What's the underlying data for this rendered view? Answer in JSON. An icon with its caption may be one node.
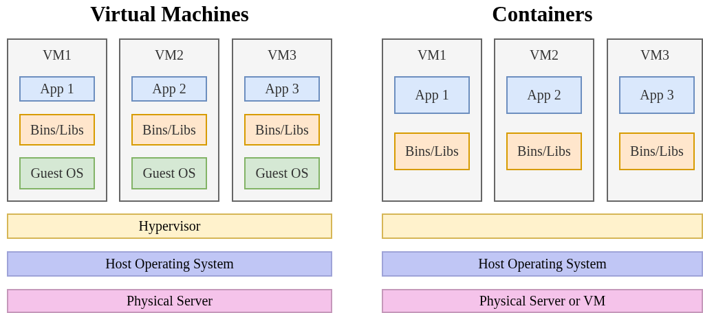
{
  "diagram": {
    "nodes": [
      {
        "text": [
          "VM1"
        ]
      },
      {
        "text": [
          "App 1"
        ],
        "in": 0
      },
      {
        "text": [
          "Bins/Libs"
        ],
        "in": 0
      },
      {
        "text": [
          "Guest OS"
        ],
        "in": 0
      },
      {
        "text": [
          "VM2"
        ]
      },
      {
        "text": [
          "App 2"
        ],
        "in": 4
      },
      {
        "text": [
          "Bins/Libs"
        ],
        "in": 4
      },
      {
        "text": [
          "Guest OS"
        ],
        "in": 4
      },
      {
        "text": [
          "VM3"
        ]
      },
      {
        "text": [
          "App 3"
        ],
        "in": 8
      },
      {
        "text": [
          "Bins/Libs"
        ],
        "in": 8
      },
      {
        "text": [
          "Guest OS"
        ],
        "in": 8
      },
      {
        "text": [
          "VM1"
        ]
      },
      {
        "text": [
          "App 1"
        ],
        "in": 12
      },
      {
        "text": [
          "Bins/Libs"
        ],
        "in": 12
      },
      {
        "text": [
          "VM2"
        ]
      },
      {
        "text": [
          "App 2"
        ],
        "in": 15
      },
      {
        "text": [
          "Bins/Libs"
        ],
        "in": 15
      },
      {
        "text": [
          "VM3"
        ]
      },
      {
        "text": [
          "App 3"
        ],
        "in": 18
      },
      {
        "text": [
          "Bins/Libs"
        ],
        "in": 18
      },
      {
        "text": [
          "Hypervisor"
        ]
      },
      {
        "text": [
          "Host Operating System"
        ]
      },
      {
        "text": [
          "Physical Server"
        ]
      },
      {
        "text": [],
        "shape": "bar"
      },
      {
        "text": [
          "Host Operating System"
        ]
      },
      {
        "text": [
          "Physical Server or VM"
        ]
      }
    ],
    "edges": [],
    "labels": [
      "Virtual Machines",
      "Containers"
    ]
  }
}
